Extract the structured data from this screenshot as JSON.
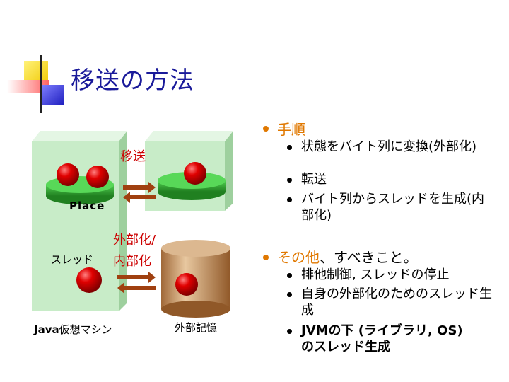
{
  "title": "移送の方法",
  "diagram": {
    "transfer_label": "移送",
    "place_label": "Place",
    "externalize_label_1": "外部化/",
    "externalize_label_2": "内部化",
    "thread_label": "スレッド",
    "vm_label_bold": "Java",
    "vm_label_rest": "仮想マシン",
    "storage_label": "外部記憶"
  },
  "bullets": [
    {
      "text": "手順",
      "subitems": [
        "状態をバイト列に変換(外部化)",
        "転送",
        "バイト列からスレッドを生成(内部化)"
      ]
    },
    {
      "text_colored": "その他",
      "text_plain": "、すべきこと。",
      "subitems": [
        "排他制御, スレッドの停止",
        "自身の外部化のためのスレッド生成",
        "JVMの下 (ライブラリ, OS) のスレッド生成"
      ]
    }
  ],
  "colors": {
    "title": "#1a1a9a",
    "bullet_orange": "#e07800",
    "label_red": "#cc0000",
    "box_green": "#c8ecc8",
    "disc_green": "#3cb83c",
    "ball_red": "#e00000",
    "cylinder": "#cc9966",
    "arrow": "#a04010"
  }
}
